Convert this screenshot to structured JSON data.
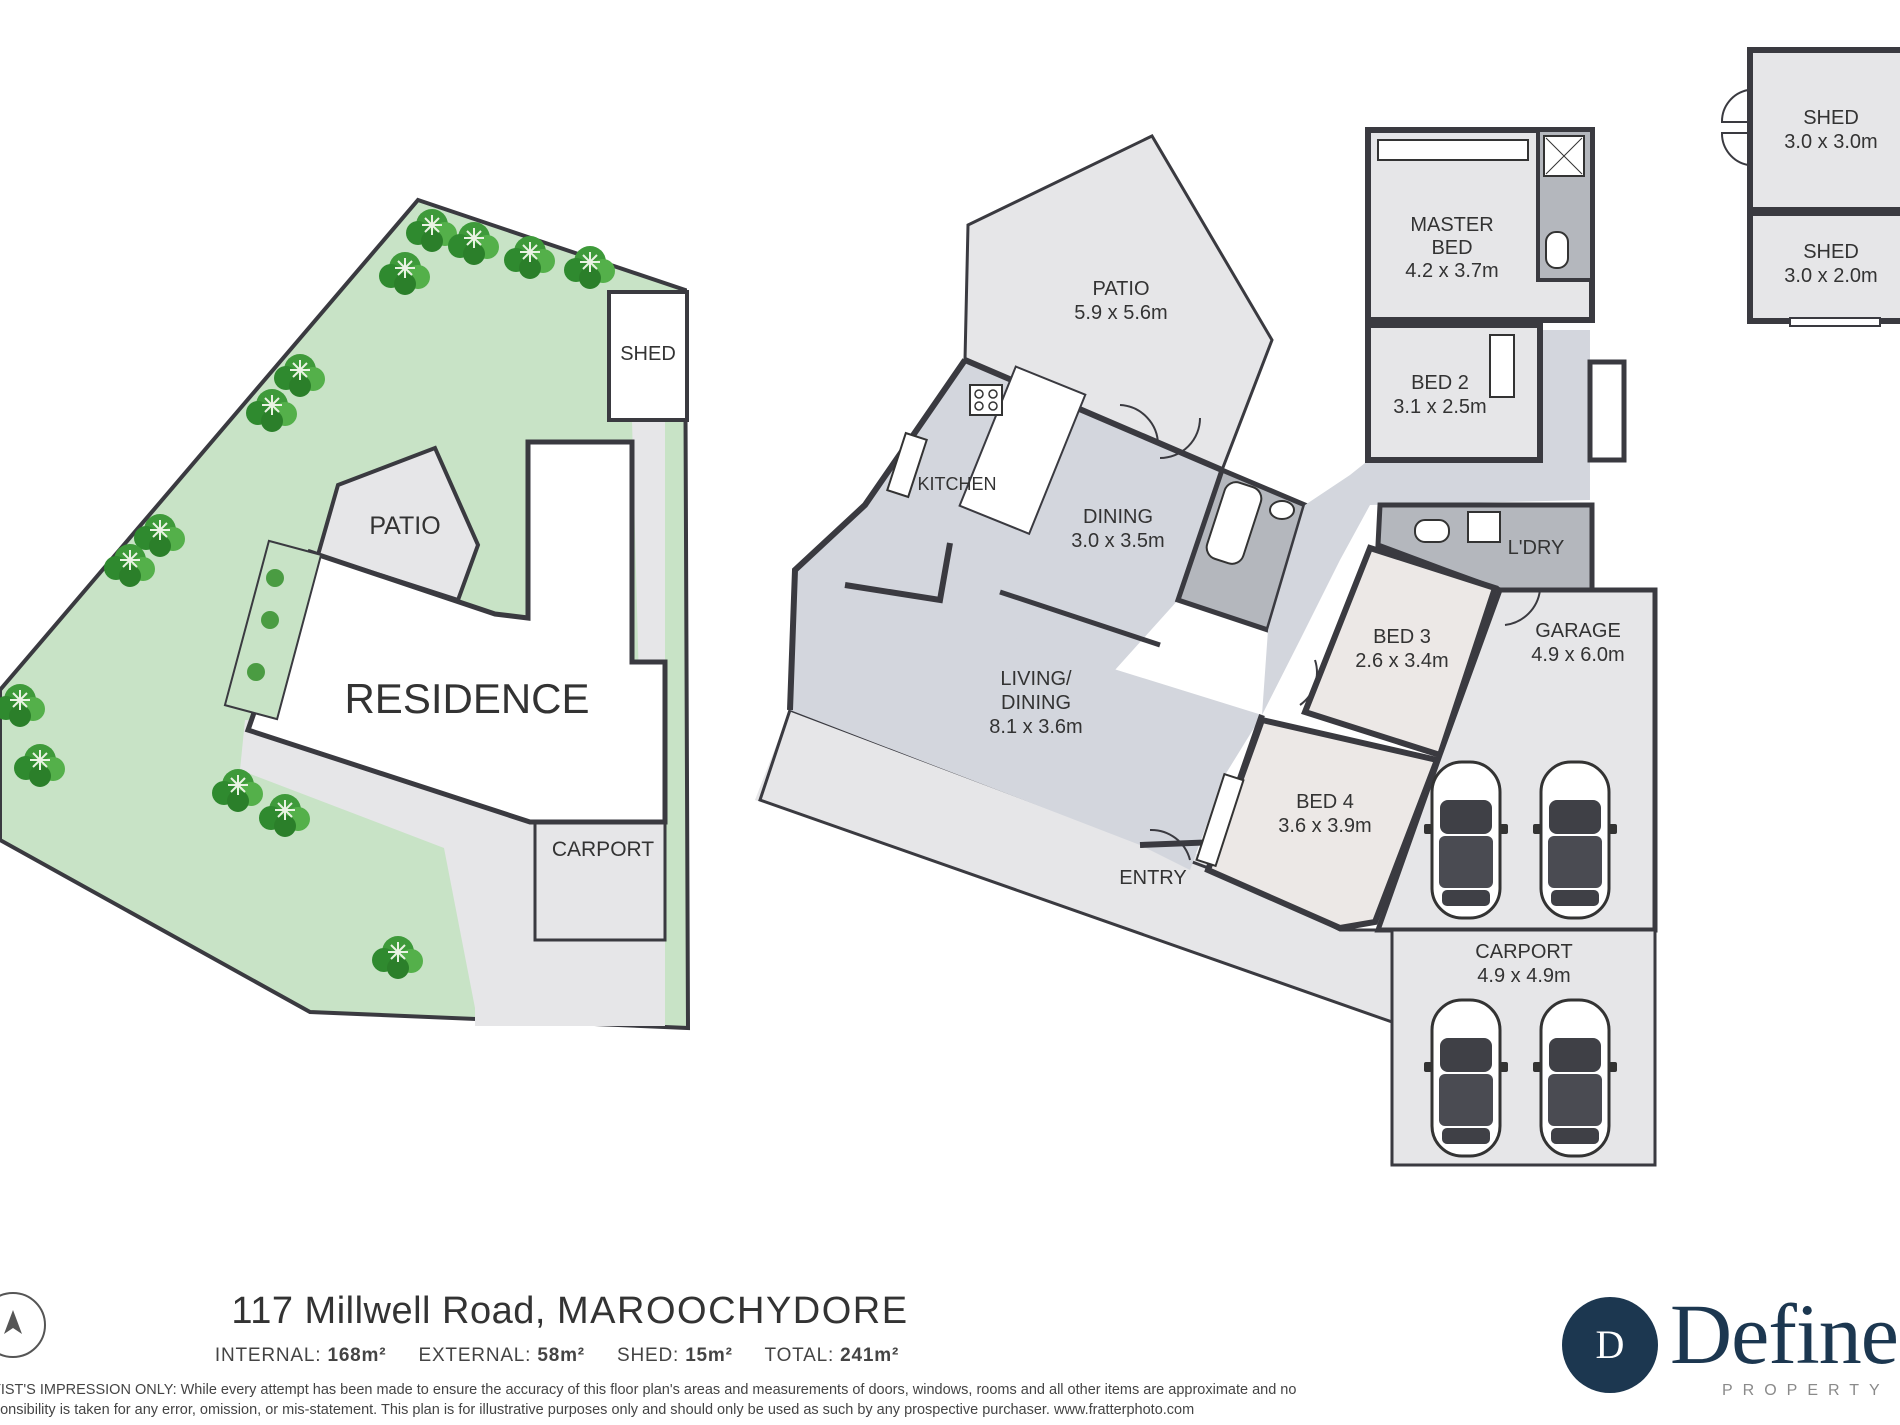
{
  "site_plan": {
    "labels": {
      "shed": "SHED",
      "patio": "PATIO",
      "residence": "RESIDENCE",
      "carport": "CARPORT"
    }
  },
  "floor_plan": {
    "rooms": {
      "patio": {
        "name": "PATIO",
        "size": "5.9 x 5.6m"
      },
      "kitchen": {
        "name": "KITCHEN"
      },
      "dining": {
        "name": "DINING",
        "size": "3.0 x 3.5m"
      },
      "living": {
        "name_line1": "LIVING/",
        "name_line2": "DINING",
        "size": "8.1 x 3.6m"
      },
      "master": {
        "name_line1": "MASTER",
        "name_line2": "BED",
        "size": "4.2 x 3.7m"
      },
      "bed2": {
        "name": "BED 2",
        "size": "3.1 x 2.5m"
      },
      "ldry": {
        "name": "L'DRY"
      },
      "bed3": {
        "name": "BED 3",
        "size": "2.6 x 3.4m"
      },
      "bed4": {
        "name": "BED 4",
        "size": "3.6 x 3.9m"
      },
      "garage": {
        "name": "GARAGE",
        "size": "4.9 x 6.0m"
      },
      "carport": {
        "name": "CARPORT",
        "size": "4.9 x 4.9m"
      },
      "entry": {
        "name": "ENTRY"
      },
      "shed1": {
        "name": "SHED",
        "size": "3.0 x 3.0m"
      },
      "shed2": {
        "name": "SHED",
        "size": "3.0 x 2.0m"
      }
    }
  },
  "footer": {
    "address_street": "117 Millwell Road,",
    "address_city": "MAROOCHYDORE",
    "areas": [
      {
        "label": "INTERNAL:",
        "value": "168m²"
      },
      {
        "label": "EXTERNAL:",
        "value": "58m²"
      },
      {
        "label": "SHED:",
        "value": "15m²"
      },
      {
        "label": "TOTAL:",
        "value": "241m²"
      }
    ],
    "disclaimer_line1": "TIST'S IMPRESSION ONLY: While every attempt has been made to ensure the accuracy of this floor plan's areas and measurements of doors, windows, rooms and all other items are approximate and no",
    "disclaimer_line2": "ponsibility is taken for any error, omission, or mis-statement. This plan is for illustrative purposes only and should only be used as such by any prospective purchaser. www.fratterphoto.com"
  },
  "logo": {
    "badge_letter": "D",
    "word": "Define",
    "sub": "PROPERTY"
  },
  "colors": {
    "lawn": "#c8e3c6",
    "room_gray": "#e6e6e8",
    "living_blue": "#d3d6dd",
    "wet_gray": "#b4b7bd",
    "bedroom_beige": "#ece8e6",
    "wall": "#3a3a40",
    "brand_navy": "#1c3750"
  },
  "icons": [
    "tree-icon",
    "car-icon",
    "compass-icon",
    "toilet-icon",
    "bathtub-icon",
    "shower-icon",
    "sink-icon",
    "stove-icon",
    "door-swing-icon"
  ]
}
